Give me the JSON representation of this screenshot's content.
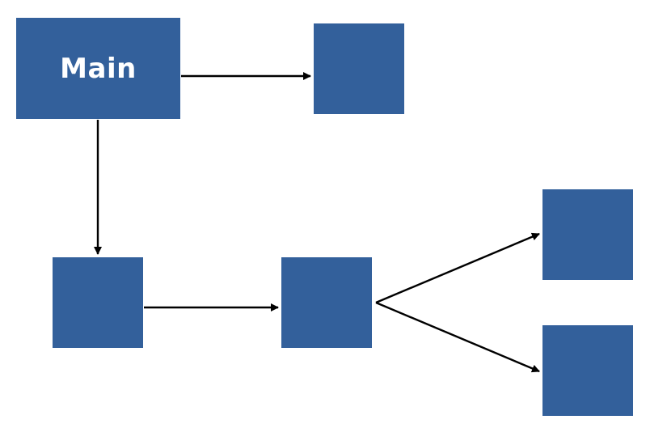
{
  "diagram": {
    "node_color": "#33609b",
    "edge_color": "#000000",
    "nodes": {
      "main": {
        "label": "Main"
      },
      "top": {
        "label": ""
      },
      "left": {
        "label": ""
      },
      "center": {
        "label": ""
      },
      "upper_right": {
        "label": ""
      },
      "lower_right": {
        "label": ""
      }
    },
    "edges": [
      {
        "from": "main",
        "to": "top"
      },
      {
        "from": "main",
        "to": "left"
      },
      {
        "from": "left",
        "to": "center"
      },
      {
        "from": "center",
        "to": "upper_right"
      },
      {
        "from": "center",
        "to": "lower_right"
      }
    ]
  }
}
